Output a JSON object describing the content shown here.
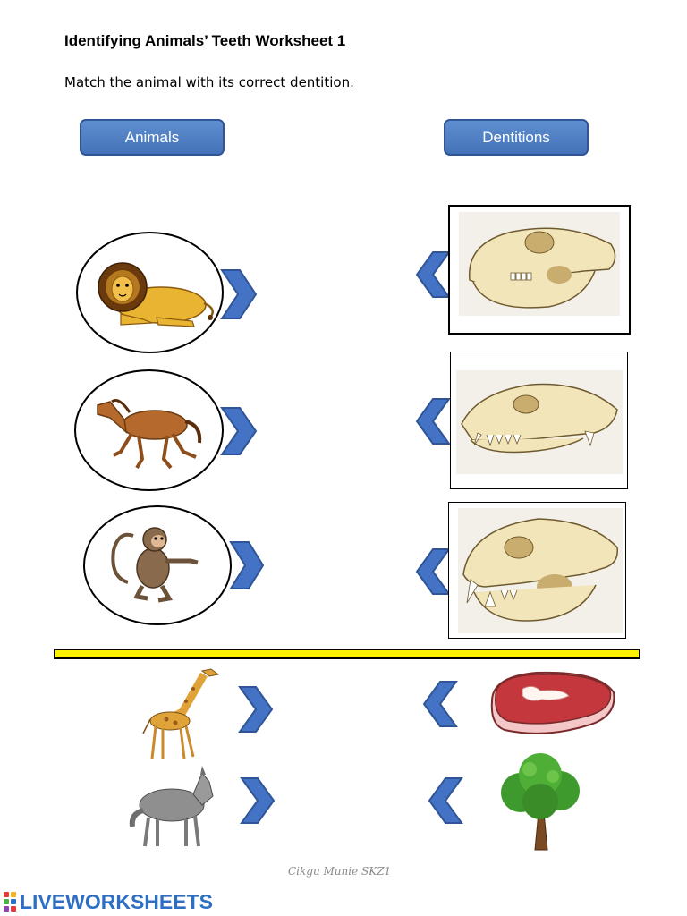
{
  "title": "Identifying Animals’ Teeth Worksheet 1",
  "subtitle": "Match the animal with its correct dentition.",
  "headers": {
    "animals": "Animals",
    "dentitions": "Dentitions"
  },
  "watermark": "Cikgu Munie SKZ1",
  "brand": "LIVEWORKSHEETS",
  "colors": {
    "button_fill": "#4472b8",
    "button_border": "#2f5597",
    "arrow": "#4472c4",
    "divider": "#fff200",
    "brand": "#2d6fc4"
  },
  "animals_top": [
    "lion-icon",
    "horse-icon",
    "monkey-icon"
  ],
  "skulls": [
    "herbivore-skull",
    "omnivore-skull",
    "carnivore-skull"
  ],
  "animals_bottom": [
    "giraffe-icon",
    "wolf-icon"
  ],
  "foods": [
    "meat-icon",
    "tree-icon"
  ]
}
